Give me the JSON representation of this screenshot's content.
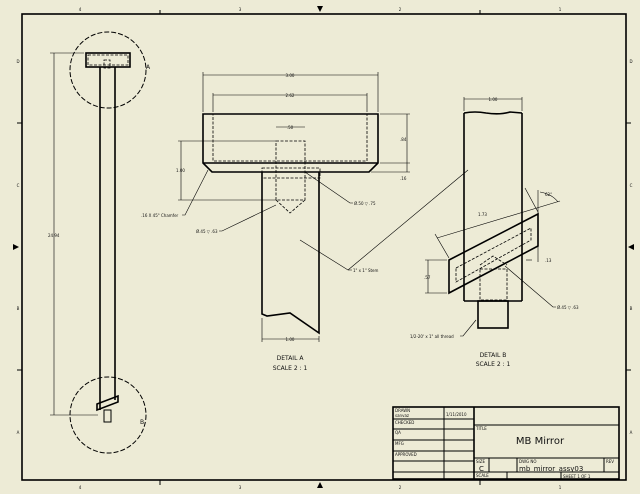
{
  "border": {
    "columns": [
      "4",
      "3",
      "2",
      "1"
    ],
    "rows": [
      "D",
      "C",
      "B",
      "A"
    ]
  },
  "overview": {
    "overall_length": "24.94",
    "detail_a_marker": "A",
    "detail_b_marker": "B"
  },
  "detail_a": {
    "title": "DETAIL  A",
    "scale": "SCALE 2 : 1",
    "dim_width": "3.00",
    "dim_inner_width": "2.62",
    "dim_hole_width": ".50",
    "dim_height": ".84",
    "dim_chamfer_height": ".16",
    "dim_hole_depth": "1.00",
    "dim_stem_width": "1.00",
    "note_chamfer": ".16 X 45° Chamfer",
    "note_hole_large": "Ø.50 ▽ .75",
    "note_hole_small": "Ø.45 ▽ .63",
    "note_stem": "1\" x 1\" Stem"
  },
  "detail_b": {
    "title": "DETAIL  B",
    "scale": "SCALE 2 : 1",
    "dim_stem_width": "1.00",
    "dim_length": "1.73",
    "dim_angle": "62°",
    "dim_thickness": ".57",
    "dim_offset": ".13",
    "note_hole": "Ø.45 ▽ .63",
    "note_thread": "1/2-20' x 1\" all thread"
  },
  "title_block": {
    "drawn_label": "DRAWN",
    "drawn_by": "sanvaz",
    "drawn_date": "1/11/2010",
    "checked_label": "CHECKED",
    "qa_label": "QA",
    "mfg_label": "MFG",
    "approved_label": "APPROVED",
    "title_label": "TITLE",
    "title": "MB Mirror",
    "size_label": "SIZE",
    "size": "C",
    "dwg_no_label": "DWG NO",
    "dwg_no": "mb_mirror_assy03",
    "rev_label": "REV",
    "scale_label": "SCALE",
    "sheet": "SHEET 1  OF 1"
  }
}
